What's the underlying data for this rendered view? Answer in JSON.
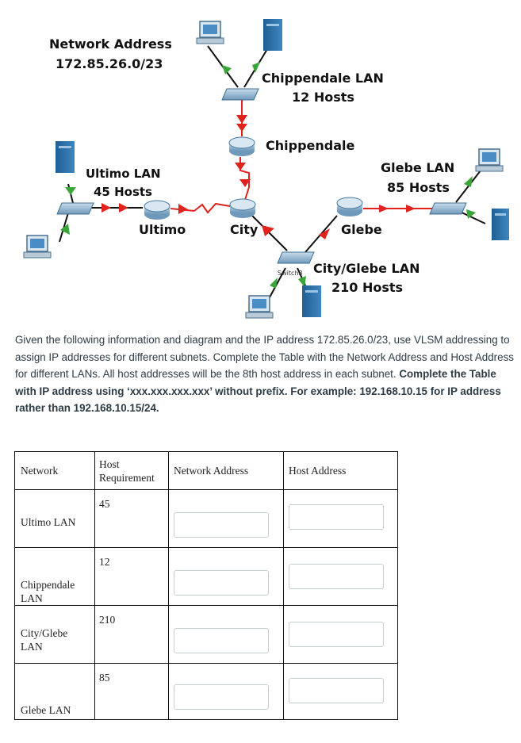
{
  "diagram": {
    "network_address_title": "Network Address",
    "network_address_value": "172.85.26.0/23",
    "chippendale_lan_title": "Chippendale LAN",
    "chippendale_lan_hosts": "12 Hosts",
    "chippendale_router": "Chippendale",
    "ultimo_lan_title": "Ultimo LAN",
    "ultimo_lan_hosts": "45 Hosts",
    "ultimo_router": "Ultimo",
    "city_router": "City",
    "glebe_lan_title": "Glebe LAN",
    "glebe_lan_hosts": "85 Hosts",
    "glebe_router": "Glebe",
    "city_glebe_lan_title": "City/Glebe LAN",
    "city_glebe_lan_hosts": "210 Hosts",
    "switch_label": "Switch3",
    "colors": {
      "link_red": "#e0231d",
      "link_green": "#3aa63a",
      "device_blue": "#1d6fa8",
      "device_light": "#8fb8d6"
    }
  },
  "instructions": {
    "line1": "Given the following information and diagram and the IP address 172.85.26.0/23, use VLSM addressing to assign IP addresses for different subnets. Complete the Table with the Network Address and Host Address for different LANs. All host addresses will be the 8th host address in each subnet. ",
    "bold": "Complete the Table with IP address using ‘xxx.xxx.xxx.xxx’ without prefix. For example: 192.168.10.15 for IP address rather than 192.168.10.15/24."
  },
  "table": {
    "headers": {
      "network": "Network",
      "host_req_1": "Host",
      "host_req_2": "Requirement",
      "network_address": "Network Address",
      "host_address": "Host Address"
    },
    "rows": [
      {
        "network": "Ultimo LAN",
        "hosts": "45",
        "network_address": "",
        "host_address": ""
      },
      {
        "network_line1": "Chippendale",
        "network_line2": "LAN",
        "hosts": "12",
        "network_address": "",
        "host_address": ""
      },
      {
        "network_line1": "City/Glebe",
        "network_line2": "LAN",
        "hosts": "210",
        "network_address": "",
        "host_address": ""
      },
      {
        "network": "Glebe LAN",
        "hosts": "85",
        "network_address": "",
        "host_address": ""
      }
    ]
  }
}
